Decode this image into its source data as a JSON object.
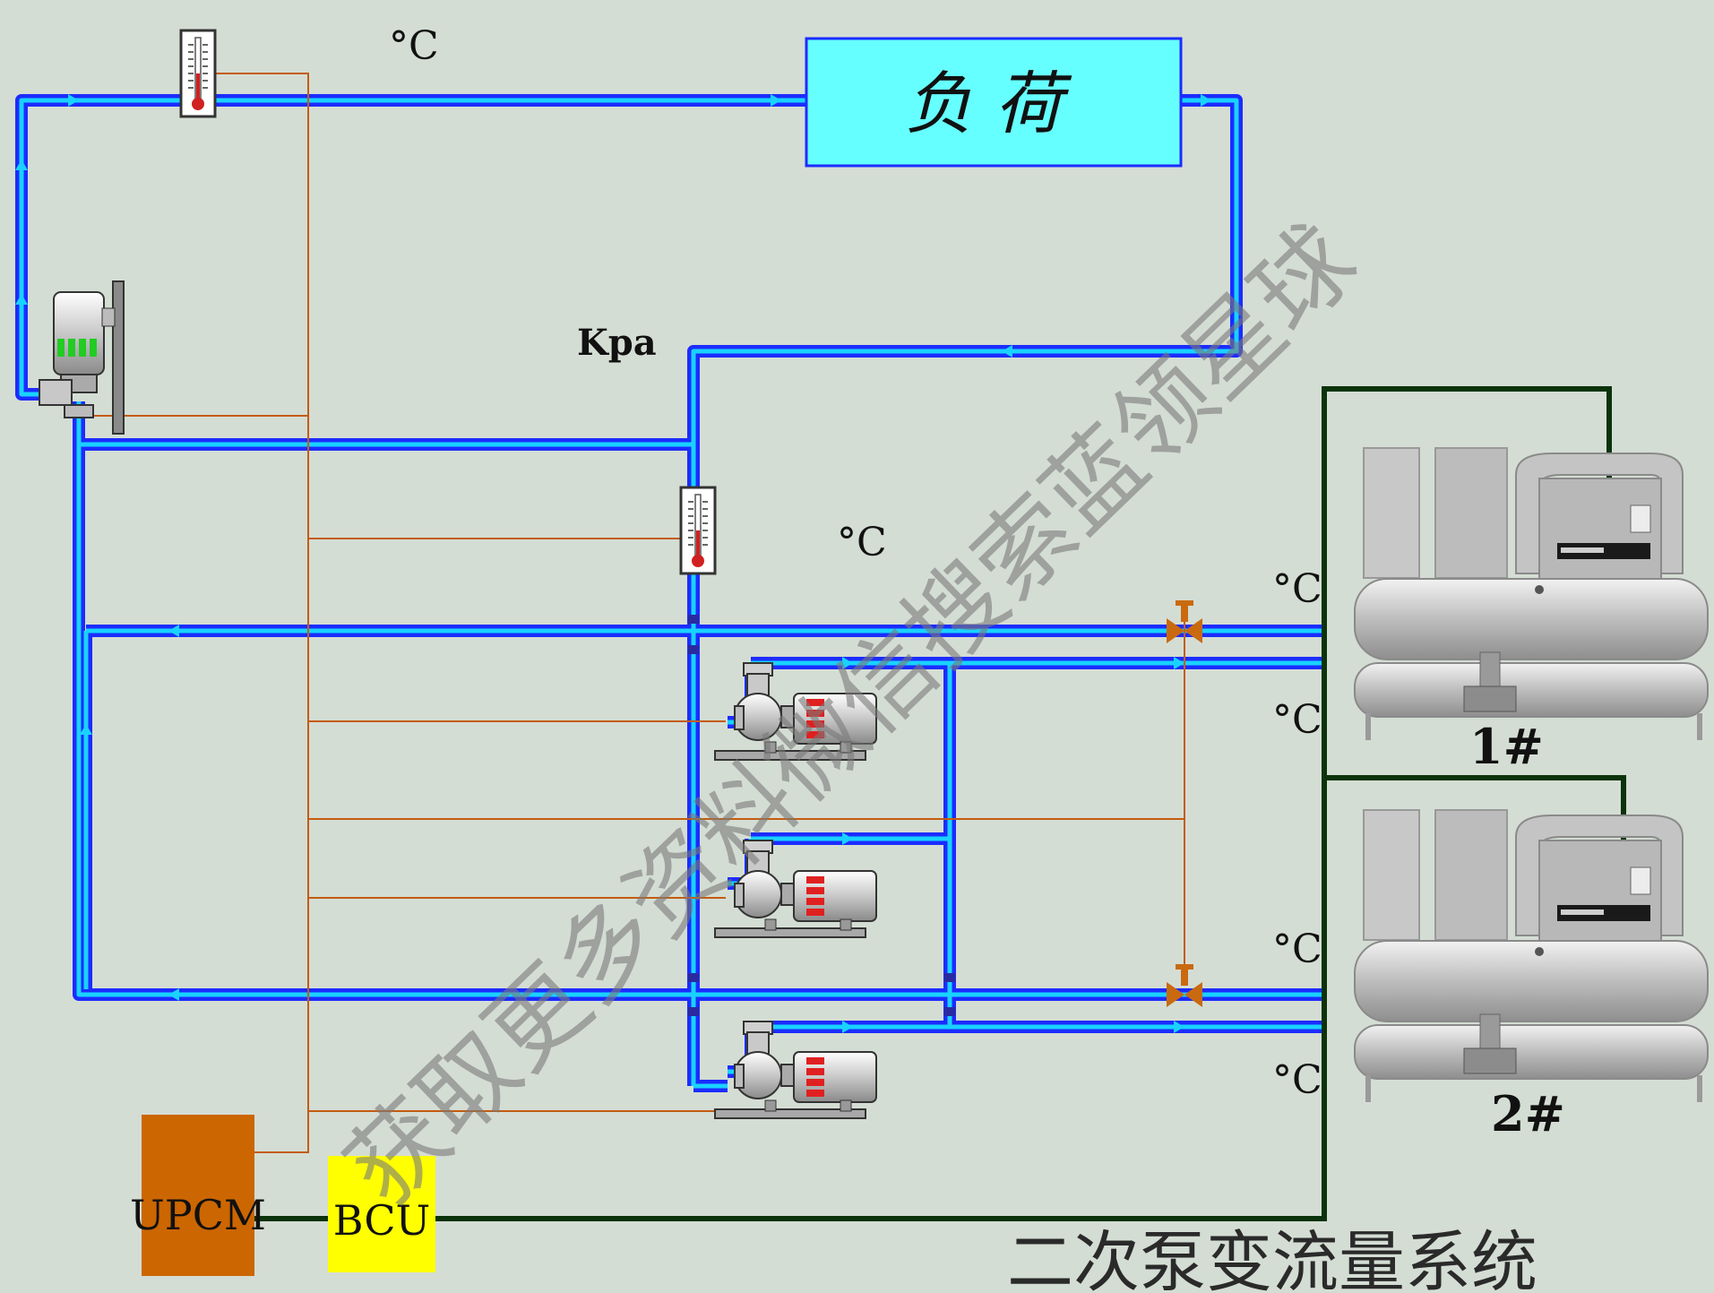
{
  "diagram": {
    "load_label": "负 荷",
    "temp_unit_top": "°C",
    "pressure_unit": "Kpa",
    "temp_unit_mid": "°C",
    "chiller1": {
      "label": "1#",
      "temp_in": "°C",
      "temp_out": "°C"
    },
    "chiller2": {
      "label": "2#",
      "temp_in": "°C",
      "temp_out": "°C"
    },
    "upcm_label": "UPCM",
    "bcu_label": "BCU",
    "system_title": "二次泵变流量系统",
    "watermark": "获取更多资料微信搜索蓝领星球",
    "colors": {
      "background": "#d4ddd4",
      "pipe_outer": "#1c2cff",
      "pipe_inner": "#19d2ff",
      "signal_wire": "#c45c10",
      "control_bus": "#0b330b",
      "load_fill": "#66ffff",
      "upcm_fill": "#cc6600",
      "bcu_fill": "#ffff00"
    }
  }
}
